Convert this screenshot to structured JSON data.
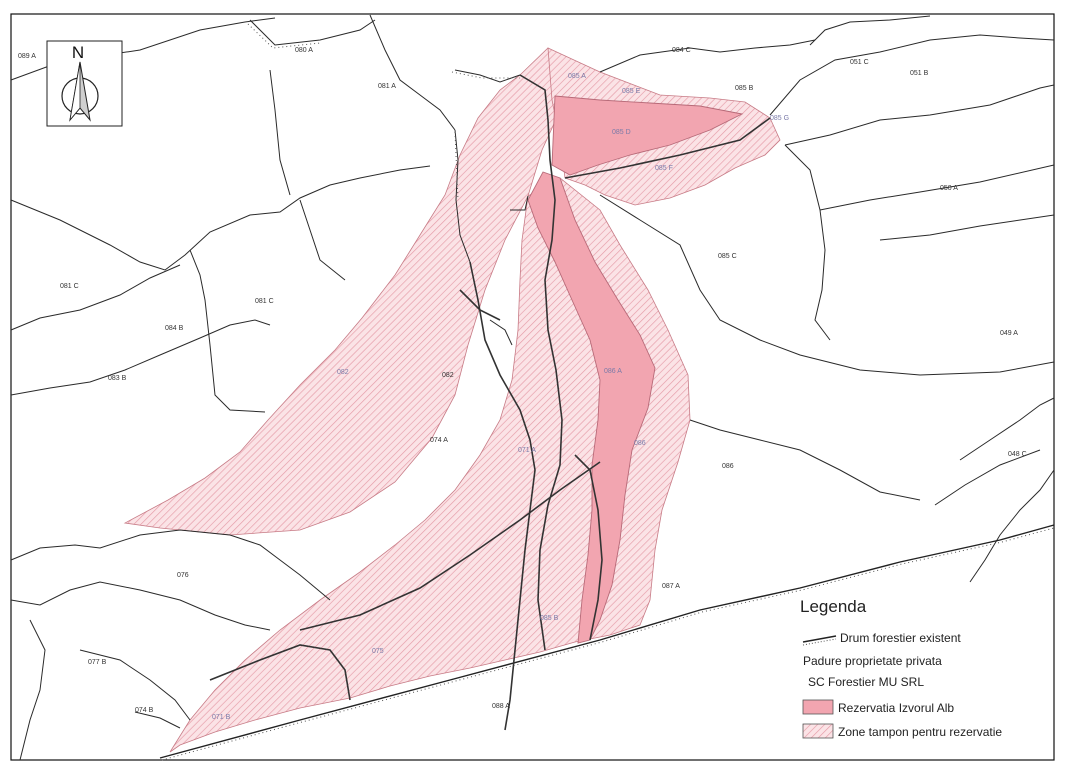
{
  "map": {
    "north_label": "N",
    "colors": {
      "reserve_fill": "#f2a5b0",
      "buffer_fill": "#fbe3e6",
      "buffer_hatch": "#e59aa6",
      "parcel_line": "#2a2a2a",
      "road_line": "#333333",
      "frame": "#111111"
    },
    "parcels": [
      {
        "label": "089 A"
      },
      {
        "label": "080 A"
      },
      {
        "label": "081 A"
      },
      {
        "label": "084 C"
      },
      {
        "label": "051 C"
      },
      {
        "label": "051 B"
      },
      {
        "label": "085 B"
      },
      {
        "label": "050 A"
      },
      {
        "label": "081 C"
      },
      {
        "label": "084 B"
      },
      {
        "label": "081 C"
      },
      {
        "label": "083 B"
      },
      {
        "label": "082"
      },
      {
        "label": "074 A"
      },
      {
        "label": "085 C"
      },
      {
        "label": "049 A"
      },
      {
        "label": "086"
      },
      {
        "label": "048 C"
      },
      {
        "label": "076"
      },
      {
        "label": "087 A"
      },
      {
        "label": "077 B"
      },
      {
        "label": "074 B"
      },
      {
        "label": "088 A"
      }
    ],
    "buffer_labels": [
      {
        "label": "085 A"
      },
      {
        "label": "085 E"
      },
      {
        "label": "085 F"
      },
      {
        "label": "082"
      },
      {
        "label": "071 A"
      },
      {
        "label": "086"
      },
      {
        "label": "085 B"
      },
      {
        "label": "075"
      },
      {
        "label": "071 B"
      },
      {
        "label": "085 G"
      }
    ],
    "reserve_labels": [
      {
        "label": "085 D"
      },
      {
        "label": "086 A"
      }
    ],
    "legend": {
      "title": "Legenda",
      "road_label": "Drum forestier existent",
      "owner_line1": "Padure proprietate privata",
      "owner_line2": "SC Forestier MU SRL",
      "reserve_label": "Rezervatia Izvorul Alb",
      "buffer_label": "Zone tampon pentru rezervatie"
    }
  }
}
